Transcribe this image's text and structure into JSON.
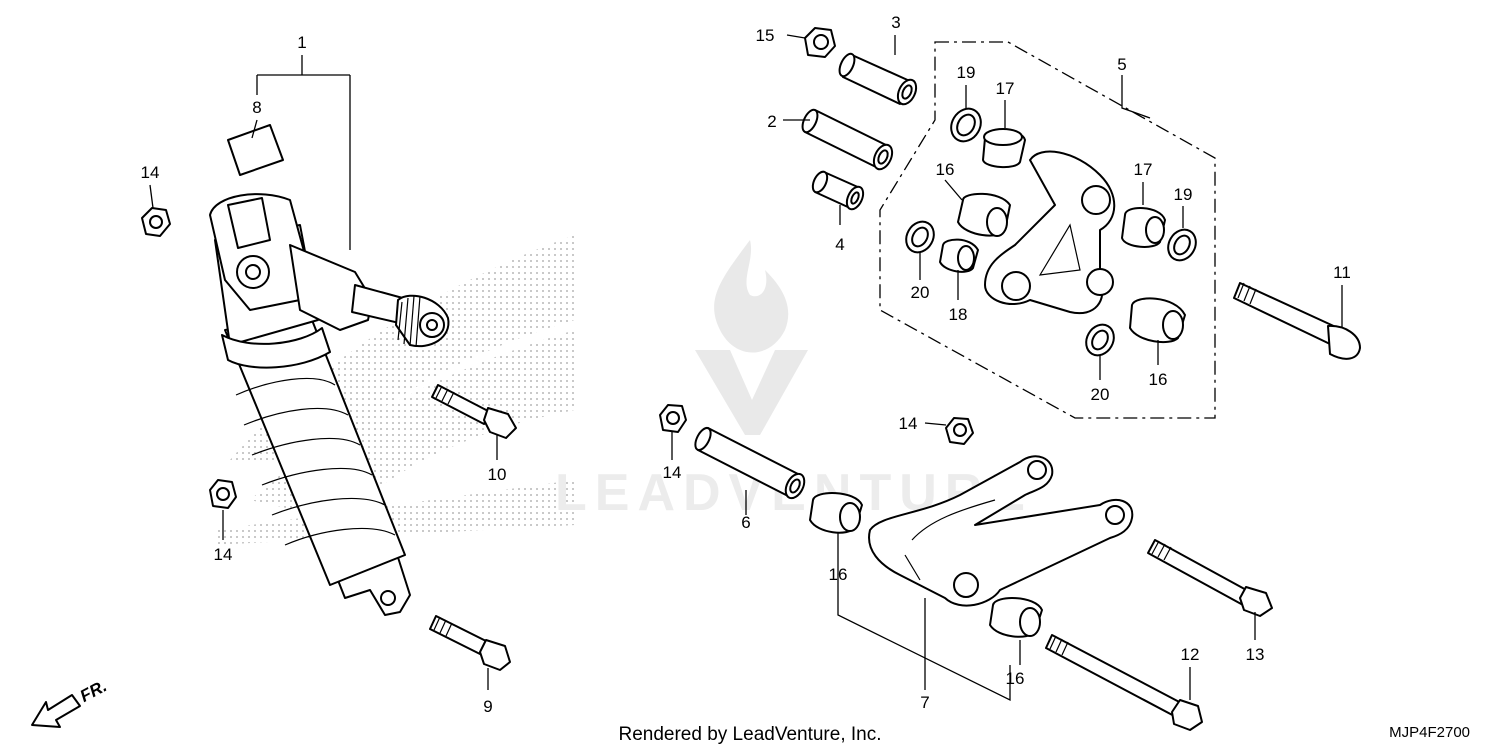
{
  "footer": {
    "credit": "Rendered by LeadVenture, Inc.",
    "code": "MJP4F2700"
  },
  "watermark": {
    "text": "LEADVENTURE"
  },
  "direction_arrow": {
    "label": "FR."
  },
  "callouts": [
    "1",
    "2",
    "3",
    "4",
    "5",
    "6",
    "7",
    "8",
    "9",
    "10",
    "11",
    "12",
    "13",
    "14",
    "14",
    "14",
    "14",
    "15",
    "16",
    "16",
    "16",
    "16",
    "16",
    "17",
    "17",
    "18",
    "19",
    "19",
    "20",
    "20"
  ]
}
